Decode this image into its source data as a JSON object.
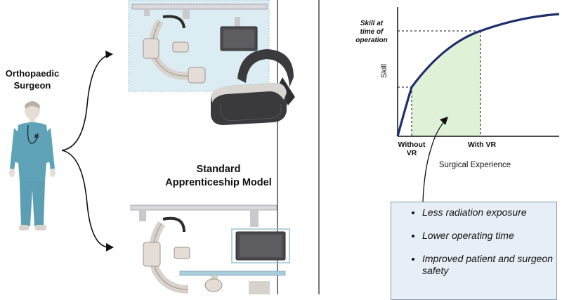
{
  "left_panel": {
    "surgeon_label_line1": "Orthopaedic",
    "surgeon_label_line2": "Surgeon",
    "model_label_line1": "Standard",
    "model_label_line2": "Apprenticeship Model"
  },
  "right_panel": {
    "skill_at_operation_line1": "Skill at",
    "skill_at_operation_line2": "time of",
    "skill_at_operation_line3": "operation",
    "y_axis_label": "Skill",
    "without_vr_line1": "Without",
    "without_vr_line2": "VR",
    "with_vr_label": "With VR",
    "x_axis_label": "Surgical Experience",
    "benefits": [
      "Less radiation exposure",
      "Lower operating time",
      "Improved patient and surgeon safety"
    ]
  },
  "colors": {
    "curve": "#1f2f6b",
    "area_fill": "#dff1d6",
    "scrub": "#5fa3b8",
    "box_fill": "#e8eef6",
    "vr_room_bg": "#dcecf3"
  }
}
